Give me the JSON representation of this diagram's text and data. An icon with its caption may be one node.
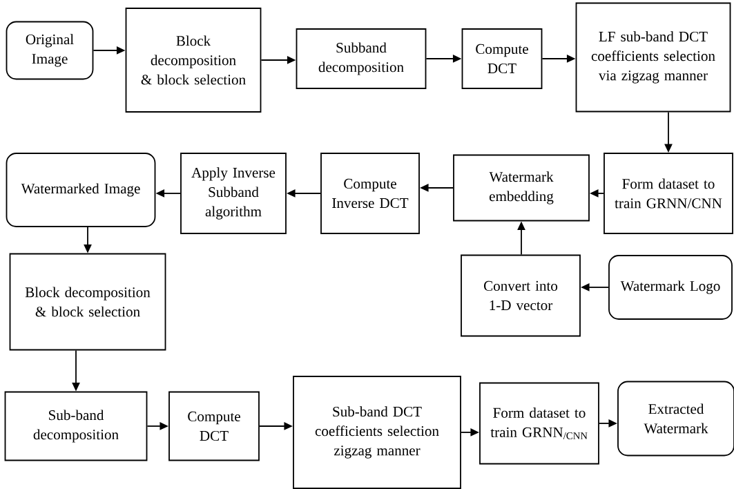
{
  "diagram": {
    "nodes": [
      {
        "text": [
          "Original Image"
        ]
      },
      {
        "text": [
          "Block decomposition & block selection"
        ]
      },
      {
        "text": [
          "Subband decomposition"
        ]
      },
      {
        "text": [
          "Compute DCT"
        ]
      },
      {
        "text": [
          "LF sub-band DCT coefficients selection via zigzag manner"
        ]
      },
      {
        "text": [
          "Form dataset to train GRNN/CNN"
        ]
      },
      {
        "text": [
          "Watermark embedding"
        ]
      },
      {
        "text": [
          "Compute Inverse DCT"
        ]
      },
      {
        "text": [
          "Apply Inverse Subband algorithm"
        ]
      },
      {
        "text": [
          "Watermarked Image"
        ]
      },
      {
        "text": [
          "Convert into 1-D vector"
        ]
      },
      {
        "text": [
          "Watermark Logo"
        ]
      },
      {
        "text": [
          "Block decomposition & block selection"
        ]
      },
      {
        "text": [
          "Sub-band decomposition"
        ]
      },
      {
        "text": [
          "Compute DCT"
        ]
      },
      {
        "text": [
          "Sub-band DCT coefficients selection zigzag manner"
        ]
      },
      {
        "text": [
          "Form dataset to train GRNN$_{/CNN}$"
        ]
      },
      {
        "text": [
          "Extracted Watermark"
        ]
      }
    ],
    "edges": [
      {
        "from": 0,
        "to": 1,
        "arrow": "to"
      },
      {
        "from": 1,
        "to": 2,
        "arrow": "to"
      },
      {
        "from": 2,
        "to": 3,
        "arrow": "to"
      },
      {
        "from": 3,
        "to": 4,
        "arrow": "to"
      },
      {
        "from": 4,
        "to": 5,
        "arrow": "to"
      },
      {
        "from": 5,
        "to": 6,
        "arrow": "to"
      },
      {
        "from": 6,
        "to": 7,
        "arrow": "to"
      },
      {
        "from": 7,
        "to": 8,
        "arrow": "to"
      },
      {
        "from": 8,
        "to": 9,
        "arrow": "to"
      },
      {
        "from": 9,
        "to": 12,
        "arrow": "to"
      },
      {
        "from": 12,
        "to": 13,
        "arrow": "to"
      },
      {
        "from": 13,
        "to": 14,
        "arrow": "to"
      },
      {
        "from": 14,
        "to": 15,
        "arrow": "to"
      },
      {
        "from": 15,
        "to": 16,
        "arrow": "to"
      },
      {
        "from": 16,
        "to": 17,
        "arrow": "to"
      },
      {
        "from": 11,
        "to": 10,
        "arrow": "to"
      },
      {
        "from": 10,
        "to": 6,
        "arrow": "to"
      }
    ]
  }
}
